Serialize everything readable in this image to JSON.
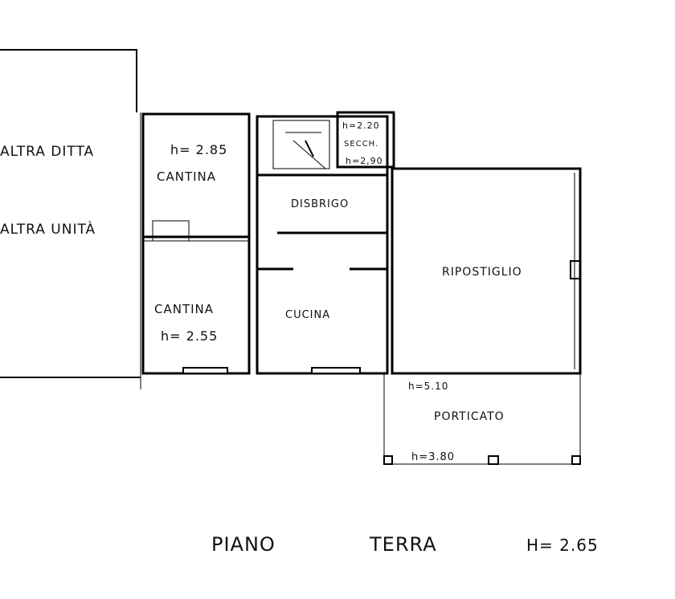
{
  "plan": {
    "neighbors": {
      "left_top": "ALTRA DITTA",
      "left_bottom": "ALTRA UNITÀ"
    },
    "rooms": {
      "cantina_top": {
        "name": "CANTINA",
        "height": "h= 2.85"
      },
      "cantina_bottom": {
        "name": "CANTINA",
        "height": "h= 2.55"
      },
      "disbrigo": {
        "name": "DISBRIGO"
      },
      "cucina": {
        "name": "CUCINA"
      },
      "secch": {
        "name": "SECCH.",
        "height_top": "h=2.20",
        "height_bottom": "h=2,90"
      },
      "ripostiglio": {
        "name": "RIPOSTIGLIO",
        "height": "h=5.10"
      },
      "porticato": {
        "name": "PORTICATO",
        "height": "h=3.80"
      }
    },
    "title": {
      "floor": "PIANO",
      "floor2": "TERRA",
      "height": "H= 2.65"
    }
  }
}
